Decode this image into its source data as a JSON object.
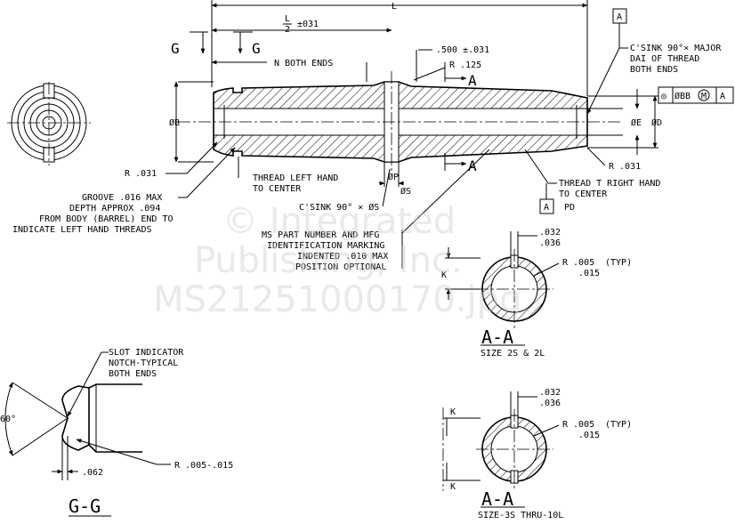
{
  "dimensions": {
    "overall_length": "L",
    "half_length_sym": "L",
    "half_length_denom": "2",
    "half_length_tol": "±031",
    "center_offset": ".500 ±.031",
    "n_both_ends": "N BOTH ENDS",
    "radius_125": "R .125",
    "dia_b": "ØB",
    "dia_e": "ØE",
    "dia_d": "ØD",
    "dia_p": "ØP",
    "dia_s": "ØS",
    "radius_031_left": "R .031",
    "radius_031_right": "R .031"
  },
  "section_marks": {
    "g_left": "G",
    "g_right": "G",
    "a_top": "A",
    "a_bottom": "A",
    "datum_a_top": "A",
    "datum_a_bottom": "A"
  },
  "callouts": {
    "csink_major_line1": "C'SINK 90°× MAJOR",
    "csink_major_line2": "DAI OF THREAD",
    "csink_major_line3": "BOTH ENDS",
    "fcf_symbol": "◎",
    "fcf_value": "ØBB",
    "fcf_modifier": "M",
    "fcf_datum": "A",
    "thread_left_line1": "THREAD LEFT HAND",
    "thread_left_line2": "TO CENTER",
    "thread_right_line1": "THREAD T RIGHT HAND",
    "thread_right_line2": "TO CENTER",
    "pd_label": "PD",
    "csink_s": "C'SINK 90° × ØS",
    "groove_line1": "GROOVE .016 MAX",
    "groove_line2": "DEPTH APPROX .094",
    "groove_line3": "FROM BODY (BARREL) END TO",
    "groove_line4": "INDICATE LEFT HAND THREADS",
    "ms_line1": "MS PART NUMBER AND MFG",
    "ms_line2": "IDENTIFICATION MARKING",
    "ms_line3": "INDENTED .010 MAX",
    "ms_line4": "POSITION OPTIONAL"
  },
  "section_aa_1": {
    "title": "A-A",
    "size": "SIZE 2S & 2L",
    "dim_a": ".032",
    "dim_b": ".036",
    "k": "K",
    "r_line1": "R .005",
    "r_line2": ".015",
    "typ": "(TYP)"
  },
  "section_aa_2": {
    "title": "A-A",
    "size": "SIZE-3S THRU-10L",
    "dim_a": ".032",
    "dim_b": ".036",
    "k_top": "K",
    "k_bottom": "K",
    "r_line1": "R .005",
    "r_line2": ".015",
    "typ": "(TYP)"
  },
  "detail_gg": {
    "title": "G-G",
    "slot_line1": "SLOT INDICATOR",
    "slot_line2": "NOTCH-TYPICAL",
    "slot_line3": "BOTH ENDS",
    "angle": "60°",
    "depth": ".062",
    "radius": "R .005-.015"
  },
  "watermark": {
    "line1": "© Integrated",
    "line2": "Publishing, Inc.",
    "line3": "MS21251000170.jpg"
  }
}
